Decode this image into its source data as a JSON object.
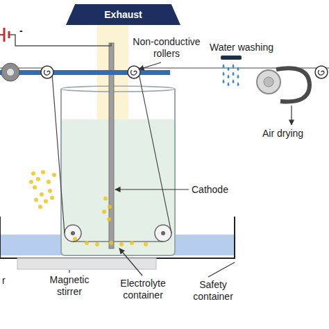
{
  "diagram": {
    "nodes": [
      {
        "text": [
          "Exhaust"
        ]
      }
    ],
    "labels": [
      "-",
      "Non-conductive rollers",
      "Water washing",
      "Air drying",
      "Cathode",
      "Magnetic stirrer",
      "Electrolyte container",
      "Safety container",
      "r"
    ]
  }
}
